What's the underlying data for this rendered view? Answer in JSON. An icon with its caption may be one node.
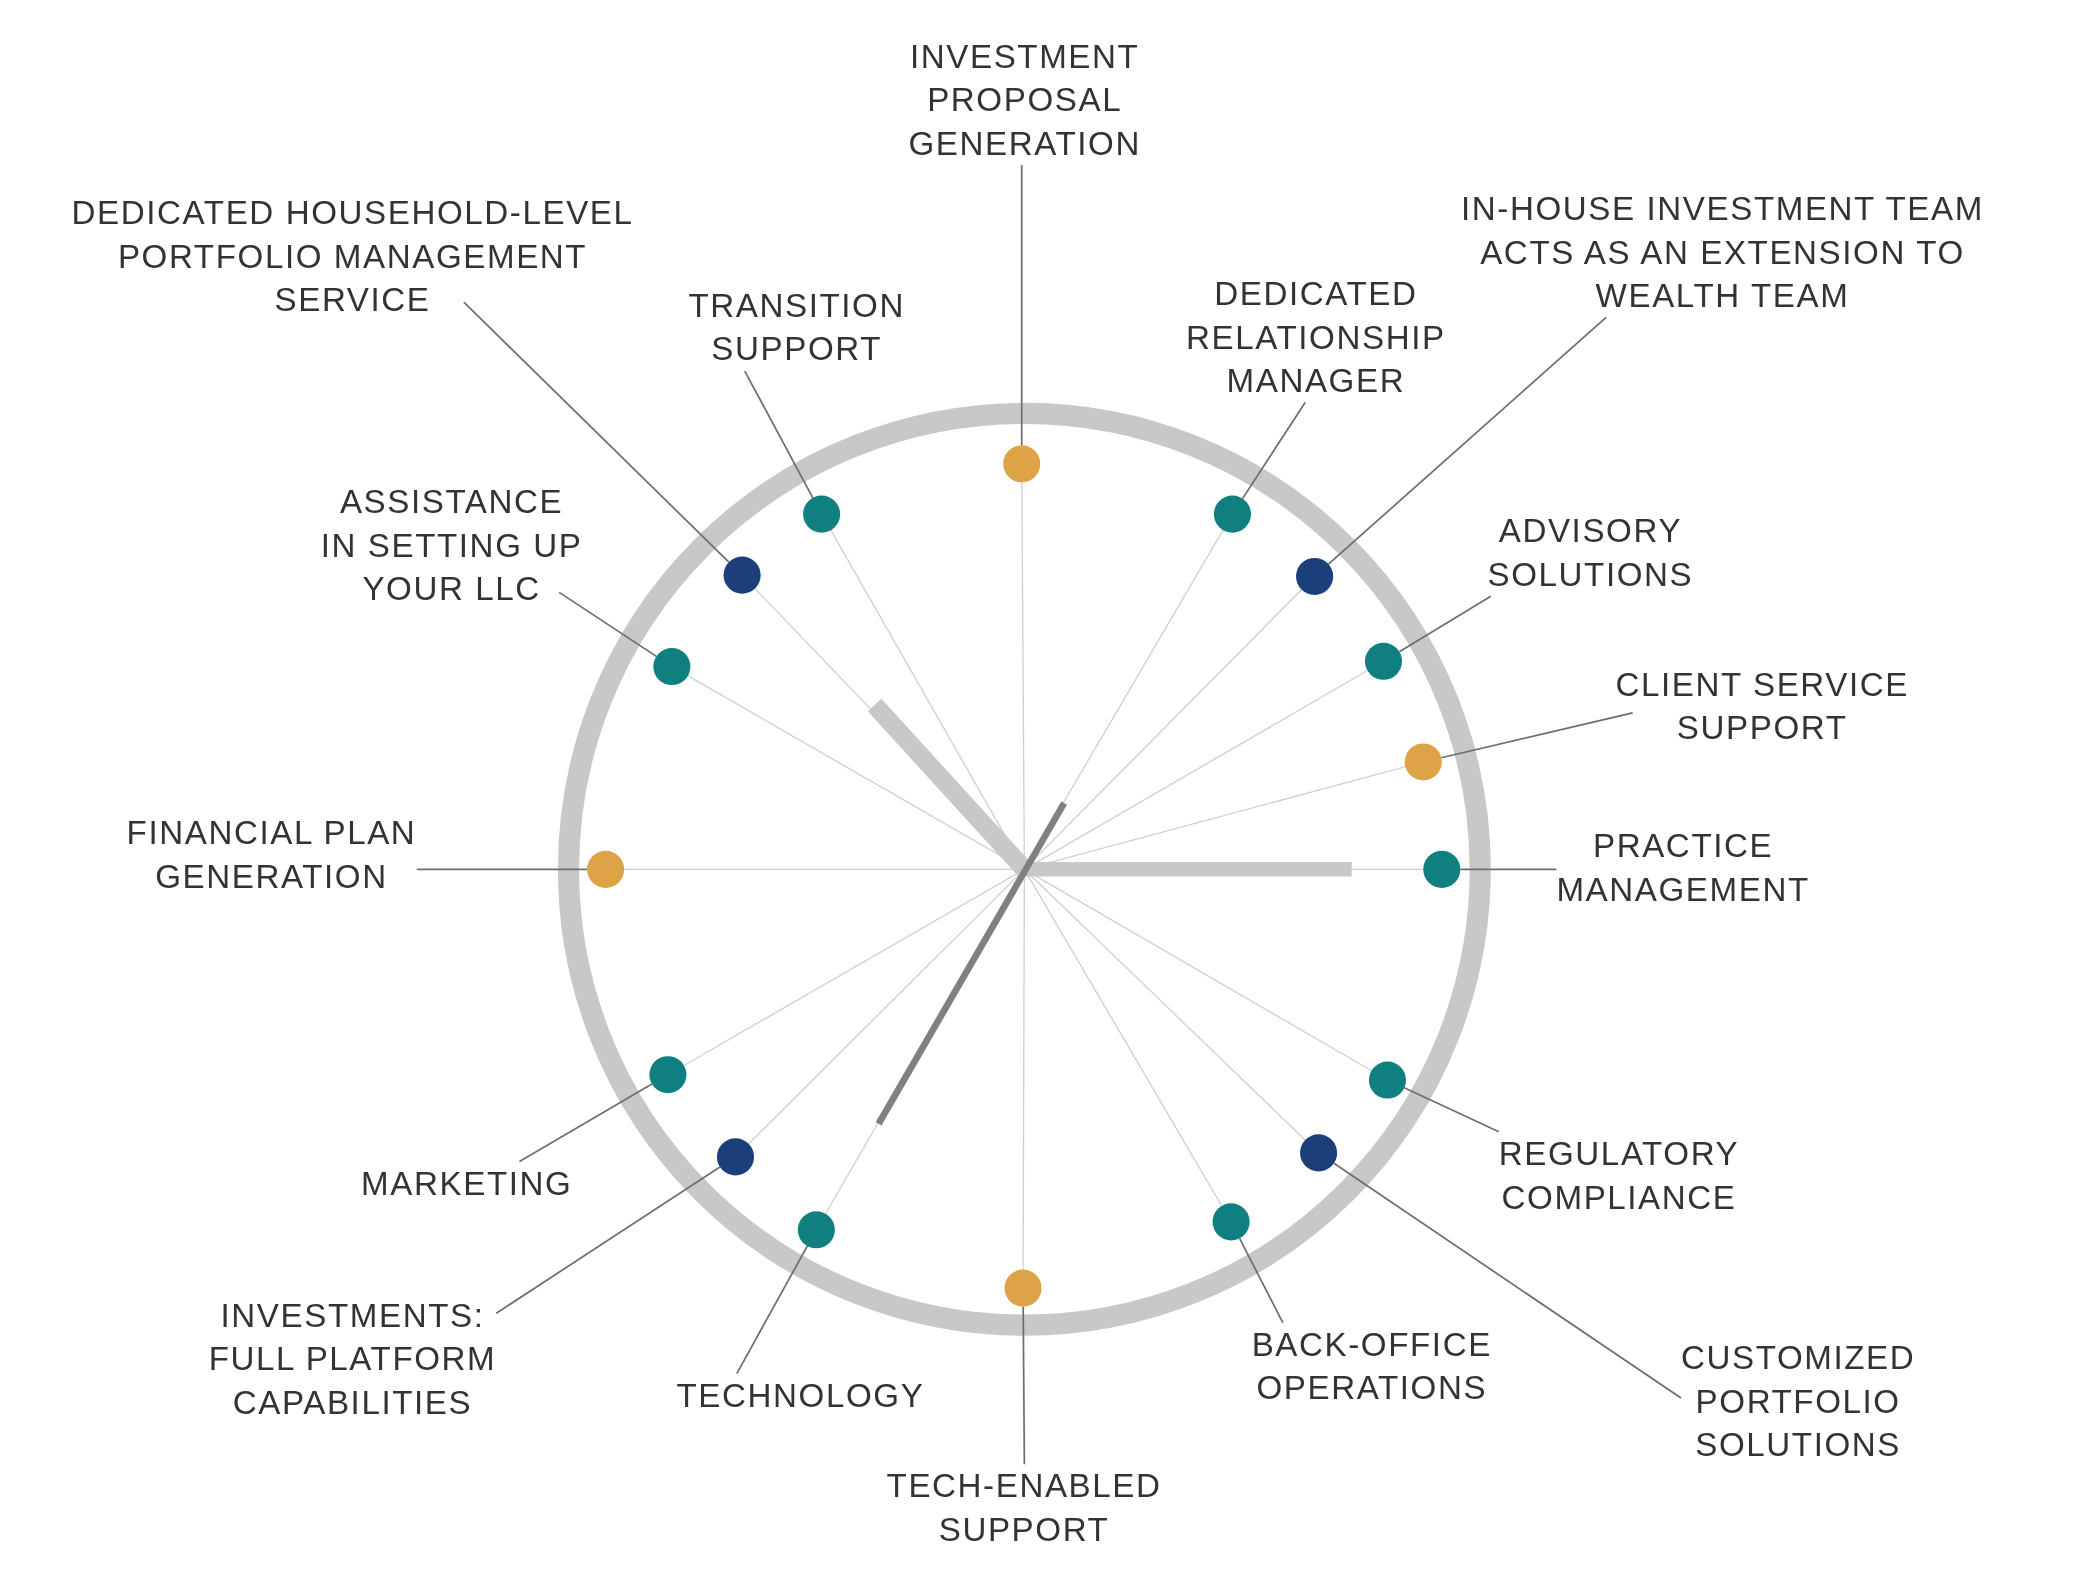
{
  "diagram": {
    "nodes": [
      {
        "text": [
          "INVESTMENT PROPOSAL GENERATION"
        ]
      },
      {
        "text": [],
        "shape": "circle"
      },
      {
        "text": [
          "DEDICATED RELATIONSHIP MANAGER"
        ]
      },
      {
        "text": [],
        "shape": "circle"
      },
      {
        "text": [
          "IN-HOUSE INVESTMENT TEAM ACTS AS AN EXTENSION TO WEALTH TEAM"
        ]
      },
      {
        "text": [],
        "shape": "circle"
      },
      {
        "text": [
          "ADVISORY SOLUTIONS"
        ]
      },
      {
        "text": [],
        "shape": "circle"
      },
      {
        "text": [
          "CLIENT SERVICE SUPPORT"
        ]
      },
      {
        "text": [],
        "shape": "circle"
      },
      {
        "text": [
          "PRACTICE MANAGEMENT"
        ]
      },
      {
        "text": [],
        "shape": "circle"
      },
      {
        "text": [
          "REGULATORY COMPLIANCE"
        ]
      },
      {
        "text": [],
        "shape": "circle"
      },
      {
        "text": [
          "CUSTOMIZED PORTFOLIO SOLUTIONS"
        ]
      },
      {
        "text": [],
        "shape": "circle"
      },
      {
        "text": [
          "BACK-OFFICE OPERATIONS"
        ]
      },
      {
        "text": [],
        "shape": "circle"
      },
      {
        "text": [
          "TECH-ENABLED SUPPORT"
        ]
      },
      {
        "text": [],
        "shape": "circle"
      },
      {
        "text": [
          "TECHNOLOGY"
        ]
      },
      {
        "text": [],
        "shape": "circle"
      },
      {
        "text": [
          "INVESTMENTS: FULL PLATFORM CAPABILITIES"
        ]
      },
      {
        "text": [],
        "shape": "circle"
      },
      {
        "text": [
          "MARKETING"
        ]
      },
      {
        "text": [],
        "shape": "circle"
      },
      {
        "text": [
          "FINANCIAL PLAN GENERATION"
        ]
      },
      {
        "text": [],
        "shape": "circle"
      },
      {
        "text": [
          "ASSISTANCE IN SETTING UP YOUR LLC"
        ]
      },
      {
        "text": [],
        "shape": "circle"
      },
      {
        "text": [
          "DEDICATED HOUSEHOLD-LEVEL PORTFOLIO MANAGEMENT SERVICE"
        ]
      },
      {
        "text": [],
        "shape": "circle"
      },
      {
        "text": [
          "TRANSITION SUPPORT"
        ]
      },
      {
        "text": [],
        "shape": "circle"
      }
    ],
    "edges": [
      {
        "from": 0,
        "to": 1,
        "arrow": "none"
      },
      {
        "from": 2,
        "to": 3,
        "arrow": "none"
      },
      {
        "from": 4,
        "to": 5,
        "arrow": "none"
      },
      {
        "from": 6,
        "to": 7,
        "arrow": "none"
      },
      {
        "from": 8,
        "to": 9,
        "arrow": "none"
      },
      {
        "from": 10,
        "to": 11,
        "arrow": "none"
      },
      {
        "from": 12,
        "to": 13,
        "arrow": "none"
      },
      {
        "from": 14,
        "to": 15,
        "arrow": "none"
      },
      {
        "from": 16,
        "to": 17,
        "arrow": "none"
      },
      {
        "from": 18,
        "to": 19,
        "arrow": "none"
      },
      {
        "from": 20,
        "to": 21,
        "arrow": "none"
      },
      {
        "from": 22,
        "to": 23,
        "arrow": "none"
      },
      {
        "from": 24,
        "to": 25,
        "arrow": "none"
      },
      {
        "from": 26,
        "to": 27,
        "arrow": "none"
      },
      {
        "from": 28,
        "to": 29,
        "arrow": "none"
      },
      {
        "from": 30,
        "to": 31,
        "arrow": "none"
      },
      {
        "from": 32,
        "to": 33,
        "arrow": "none"
      }
    ]
  }
}
